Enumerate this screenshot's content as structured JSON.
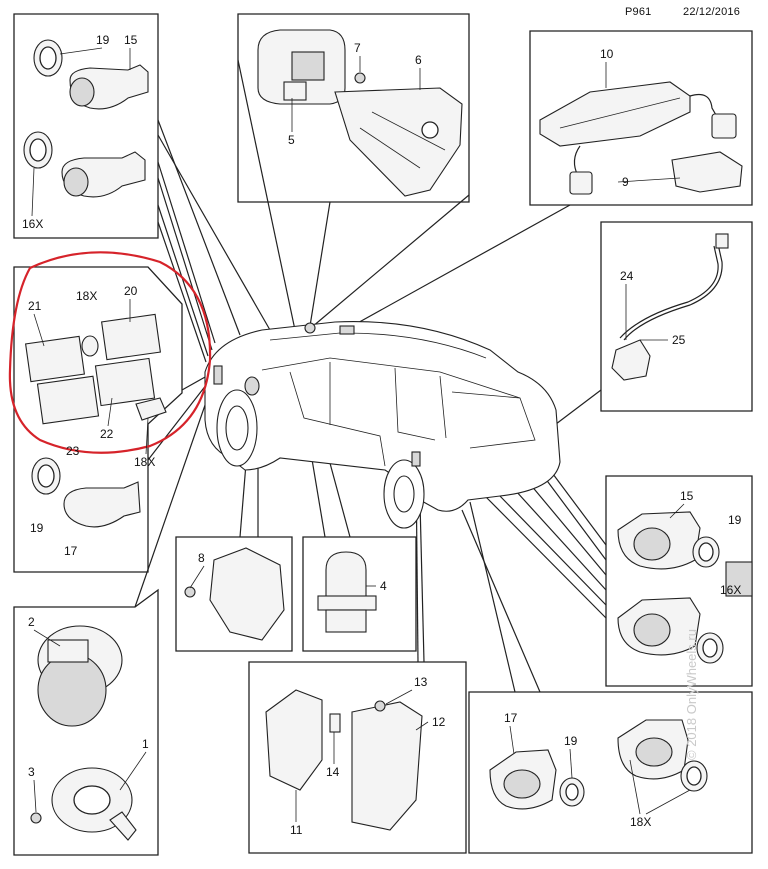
{
  "header": {
    "code": "P961",
    "date": "22/12/2016"
  },
  "watermark": "© 2018 OnlyWheels.ru",
  "callouts": {
    "c1": "1",
    "c2": "2",
    "c3": "3",
    "c4": "4",
    "c5": "5",
    "c6": "6",
    "c7": "7",
    "c8": "8",
    "c9": "9",
    "c10": "10",
    "c11": "11",
    "c12": "12",
    "c13": "13",
    "c14": "14",
    "c15": "15",
    "c16x": "16X",
    "c17": "17",
    "c18x": "18X",
    "c19": "19",
    "c20": "20",
    "c21": "21",
    "c22": "22",
    "c23": "23",
    "c24": "24",
    "c25": "25"
  },
  "colors": {
    "highlight": "#d6232a",
    "lines": "#222222",
    "watermark": "#c9c9c9"
  },
  "icons": [
    "parking-sensor-icon",
    "horn-icon",
    "car-icon",
    "control-module-icon"
  ]
}
